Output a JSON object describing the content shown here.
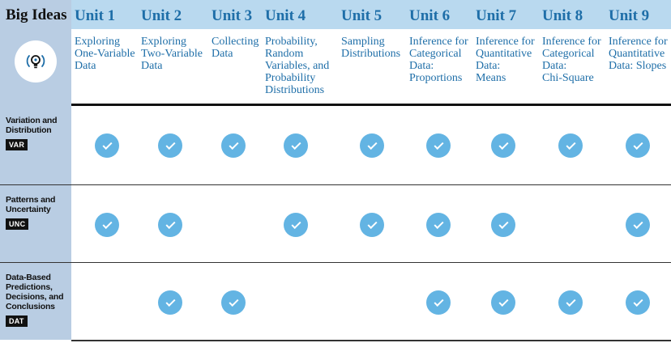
{
  "header": {
    "title": "Big Ideas"
  },
  "units": [
    {
      "label": "Unit 1",
      "desc": "Exploring\nOne-Variable\nData"
    },
    {
      "label": "Unit 2",
      "desc": "Exploring\nTwo-Variable\nData"
    },
    {
      "label": "Unit 3",
      "desc": "Collecting\nData"
    },
    {
      "label": "Unit 4",
      "desc": "Probability,\nRandom\nVariables, and\nProbability\nDistributions"
    },
    {
      "label": "Unit 5",
      "desc": "Sampling\nDistributions"
    },
    {
      "label": "Unit 6",
      "desc": "Inference for\nCategorical\nData:\nProportions"
    },
    {
      "label": "Unit 7",
      "desc": "Inference for\nQuantitative\nData:\nMeans"
    },
    {
      "label": "Unit 8",
      "desc": "Inference for\nCategorical\nData:\nChi-Square"
    },
    {
      "label": "Unit 9",
      "desc": "Inference for\nQuantitative\nData: Slopes"
    }
  ],
  "ideas": [
    {
      "name": "Variation and\nDistribution",
      "code": "VAR",
      "checks": [
        true,
        true,
        true,
        true,
        true,
        true,
        true,
        true,
        true
      ]
    },
    {
      "name": "Patterns and\nUncertainty",
      "code": "UNC",
      "checks": [
        true,
        true,
        false,
        true,
        true,
        true,
        true,
        false,
        true
      ]
    },
    {
      "name": "Data-Based\nPredictions,\nDecisions, and\nConclusions",
      "code": "DAT",
      "checks": [
        false,
        true,
        true,
        false,
        false,
        true,
        true,
        true,
        true
      ]
    }
  ],
  "icons": {
    "logo": "lightbulb-icon",
    "check": "checkmark-icon"
  },
  "colors": {
    "accent": "#1e6ea8",
    "check": "#63b4e3",
    "header_bg": "#b9d9ef",
    "sidebar_bg": "#b9cde3"
  }
}
